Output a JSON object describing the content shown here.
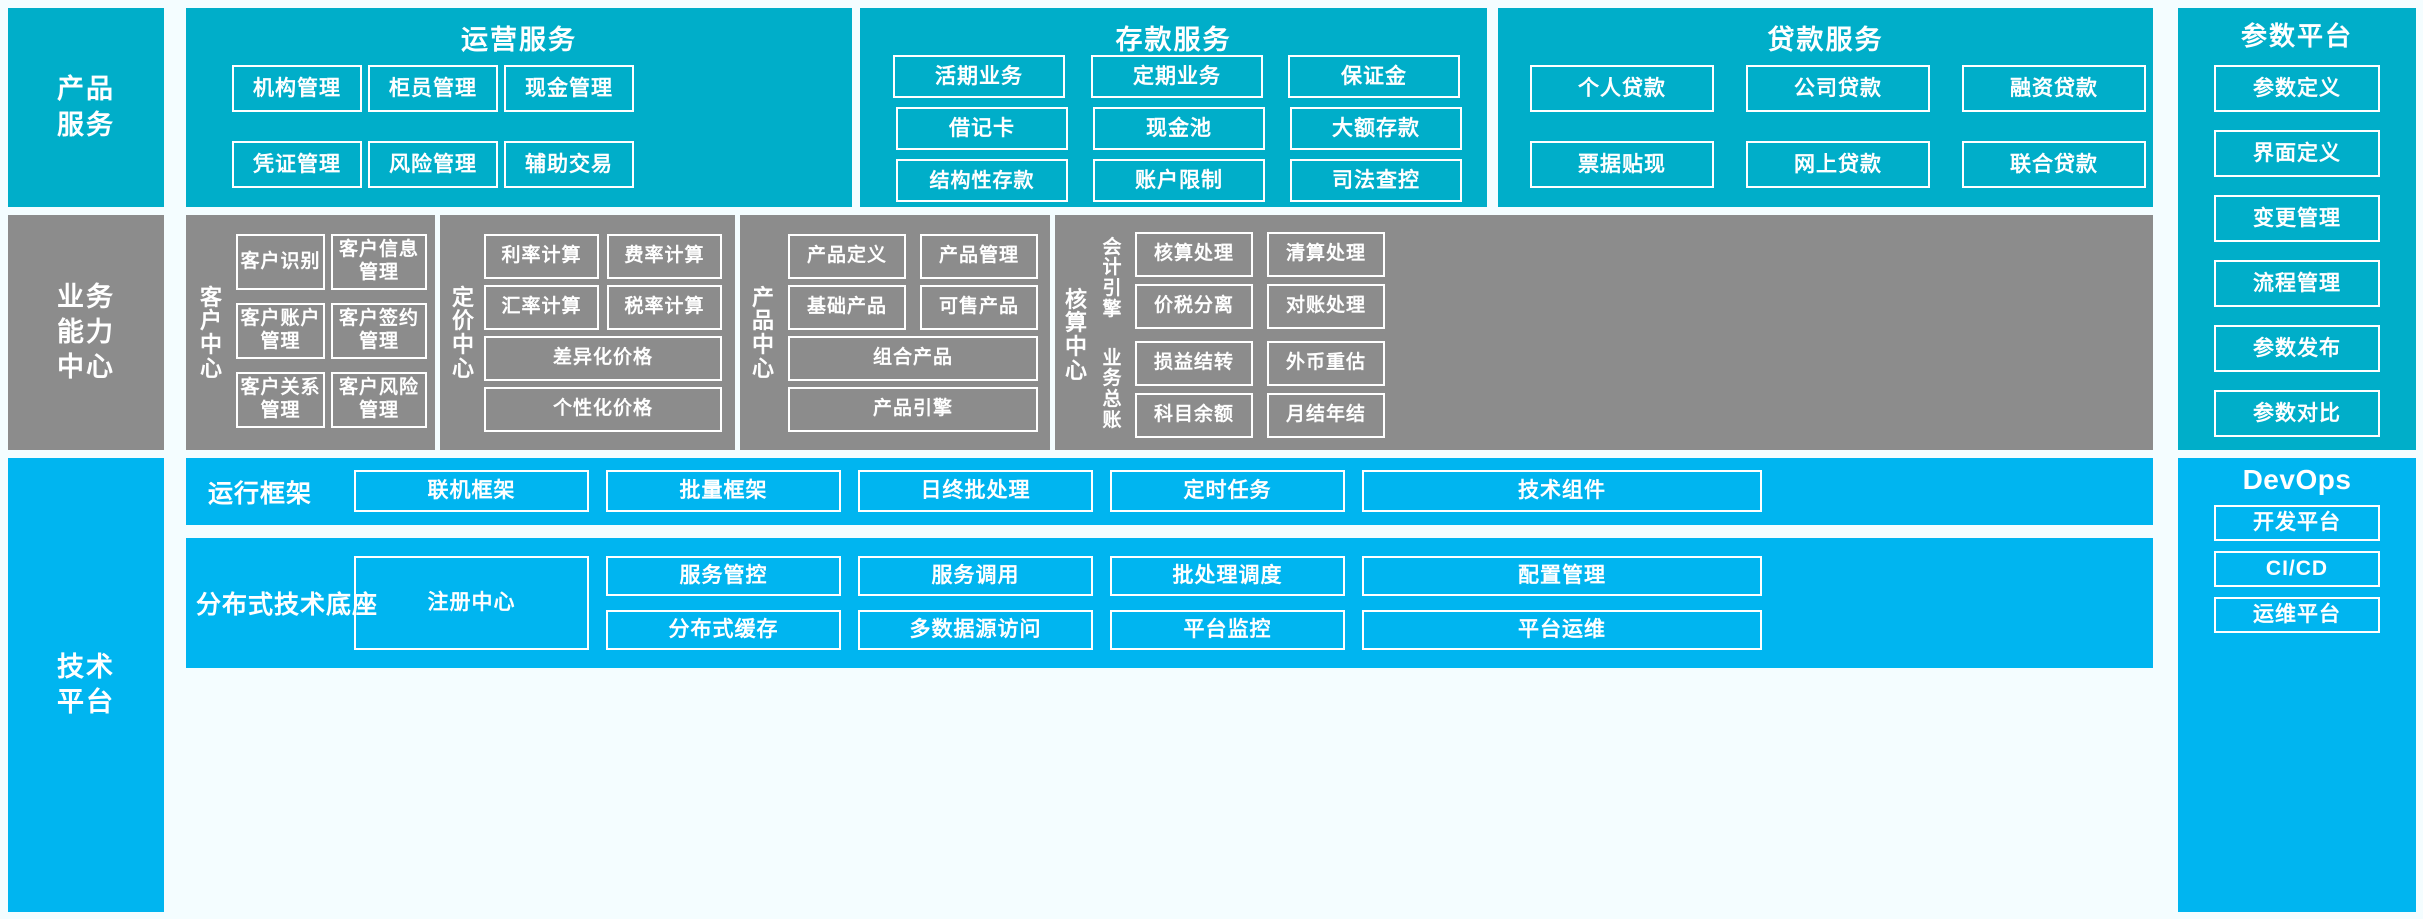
{
  "colors": {
    "teal": "#00aec9",
    "gray": "#8c8c8c",
    "blue": "#00b5f0",
    "background": "#f4fdff",
    "outline": "#ffffff"
  },
  "rows": {
    "product_service": {
      "label": "产品\n服务",
      "label_lines": [
        "产品",
        "服务"
      ]
    },
    "business_capability": {
      "label_lines": [
        "业务",
        "能力",
        "中心"
      ]
    },
    "tech_platform": {
      "label_lines": [
        "技术",
        "平台"
      ]
    }
  },
  "product_service": {
    "groups": [
      {
        "title": "运营服务",
        "items": [
          "机构管理",
          "柜员管理",
          "现金管理",
          "凭证管理",
          "风险管理",
          "辅助交易"
        ]
      },
      {
        "title": "存款服务",
        "items": [
          "活期业务",
          "定期业务",
          "保证金",
          "借记卡",
          "现金池",
          "大额存款",
          "结构性存款",
          "账户限制",
          "司法查控"
        ]
      },
      {
        "title": "贷款服务",
        "items": [
          "个人贷款",
          "公司贷款",
          "融资贷款",
          "票据贴现",
          "网上贷款",
          "联合贷款"
        ]
      }
    ]
  },
  "business_capability": {
    "centers": [
      {
        "name": "客户中心",
        "name_chars": [
          "客",
          "户",
          "中",
          "心"
        ],
        "items": [
          "客户识别",
          "客户信息管理",
          "客户账户管理",
          "客户签约管理",
          "客户关系管理",
          "客户风险管理"
        ]
      },
      {
        "name": "定价中心",
        "name_chars": [
          "定",
          "价",
          "中",
          "心"
        ],
        "items": [
          "利率计算",
          "费率计算",
          "汇率计算",
          "税率计算",
          "差异化价格",
          "个性化价格"
        ]
      },
      {
        "name": "产品中心",
        "name_chars": [
          "产",
          "品",
          "中",
          "心"
        ],
        "items": [
          "产品定义",
          "产品管理",
          "基础产品",
          "可售产品",
          "组合产品",
          "产品引擎"
        ]
      },
      {
        "name": "核算中心",
        "name_chars": [
          "核",
          "算",
          "中",
          "心"
        ],
        "sub_groups": [
          {
            "name": "会计引擎",
            "name_chars": [
              "会",
              "计",
              "引",
              "擎"
            ],
            "items": [
              "核算处理",
              "清算处理",
              "价税分离",
              "对账处理"
            ]
          },
          {
            "name": "业务总账",
            "name_chars": [
              "业",
              "务",
              "总",
              "账"
            ],
            "items": [
              "损益结转",
              "外币重估",
              "科目余额",
              "月结年结"
            ]
          }
        ]
      }
    ]
  },
  "tech_platform": {
    "runtime_framework": {
      "label": "运行框架",
      "items": [
        "联机框架",
        "批量框架",
        "日终批处理",
        "定时任务",
        "技术组件"
      ]
    },
    "distributed_base": {
      "label": "分布式技术底座",
      "wide_item": "注册中心",
      "columns": [
        [
          "服务管控",
          "分布式缓存"
        ],
        [
          "服务调用",
          "多数据源访问"
        ],
        [
          "批处理调度",
          "平台监控"
        ],
        [
          "配置管理",
          "平台运维"
        ]
      ]
    }
  },
  "parameter_platform": {
    "title": "参数平台",
    "items": [
      "参数定义",
      "界面定义",
      "变更管理",
      "流程管理",
      "参数发布",
      "参数对比"
    ]
  },
  "devops": {
    "title": "DevOps",
    "items": [
      "开发平台",
      "CI/CD",
      "运维平台"
    ]
  }
}
